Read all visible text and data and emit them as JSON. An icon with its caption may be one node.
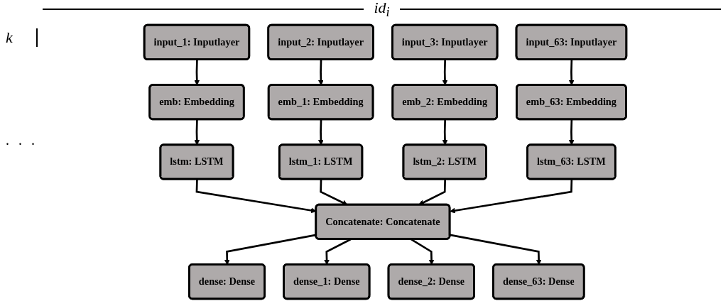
{
  "diagram": {
    "nodes": [
      {
        "text": [
          "input_1: Inputlayer"
        ]
      },
      {
        "text": [
          "input_2: Inputlayer"
        ]
      },
      {
        "text": [
          "input_3: Inputlayer"
        ]
      },
      {
        "text": [
          "input_63: Inputlayer"
        ]
      },
      {
        "text": [
          "emb: Embedding"
        ]
      },
      {
        "text": [
          "emb_1: Embedding"
        ]
      },
      {
        "text": [
          "emb_2: Embedding"
        ]
      },
      {
        "text": [
          "emb_63: Embedding"
        ]
      },
      {
        "text": [
          "lstm: LSTM"
        ]
      },
      {
        "text": [
          "lstm_1: LSTM"
        ]
      },
      {
        "text": [
          "lstm_2: LSTM"
        ]
      },
      {
        "text": [
          "lstm_63: LSTM"
        ]
      },
      {
        "text": [
          "Concatenate: Concatenate"
        ]
      },
      {
        "text": [
          "dense: Dense"
        ]
      },
      {
        "text": [
          "dense_1: Dense"
        ]
      },
      {
        "text": [
          "dense_2: Dense"
        ]
      },
      {
        "text": [
          "dense_63: Dense"
        ]
      }
    ],
    "edges": [
      {
        "from": 0,
        "to": 4,
        "arrow": "to"
      },
      {
        "from": 1,
        "to": 5,
        "arrow": "to"
      },
      {
        "from": 2,
        "to": 6,
        "arrow": "to"
      },
      {
        "from": 3,
        "to": 7,
        "arrow": "to"
      },
      {
        "from": 4,
        "to": 8,
        "arrow": "to"
      },
      {
        "from": 5,
        "to": 9,
        "arrow": "to"
      },
      {
        "from": 6,
        "to": 10,
        "arrow": "to"
      },
      {
        "from": 7,
        "to": 11,
        "arrow": "to"
      },
      {
        "from": 8,
        "to": 12,
        "arrow": "to"
      },
      {
        "from": 9,
        "to": 12,
        "arrow": "to"
      },
      {
        "from": 10,
        "to": 12,
        "arrow": "to"
      },
      {
        "from": 11,
        "to": 12,
        "arrow": "to"
      },
      {
        "from": 12,
        "to": 13,
        "arrow": "to"
      },
      {
        "from": 12,
        "to": 14,
        "arrow": "to"
      },
      {
        "from": 12,
        "to": 15,
        "arrow": "to"
      },
      {
        "from": 12,
        "to": 16,
        "arrow": "to"
      }
    ],
    "labels": [
      "id$_{i}$",
      "k",
      ". . ."
    ]
  }
}
